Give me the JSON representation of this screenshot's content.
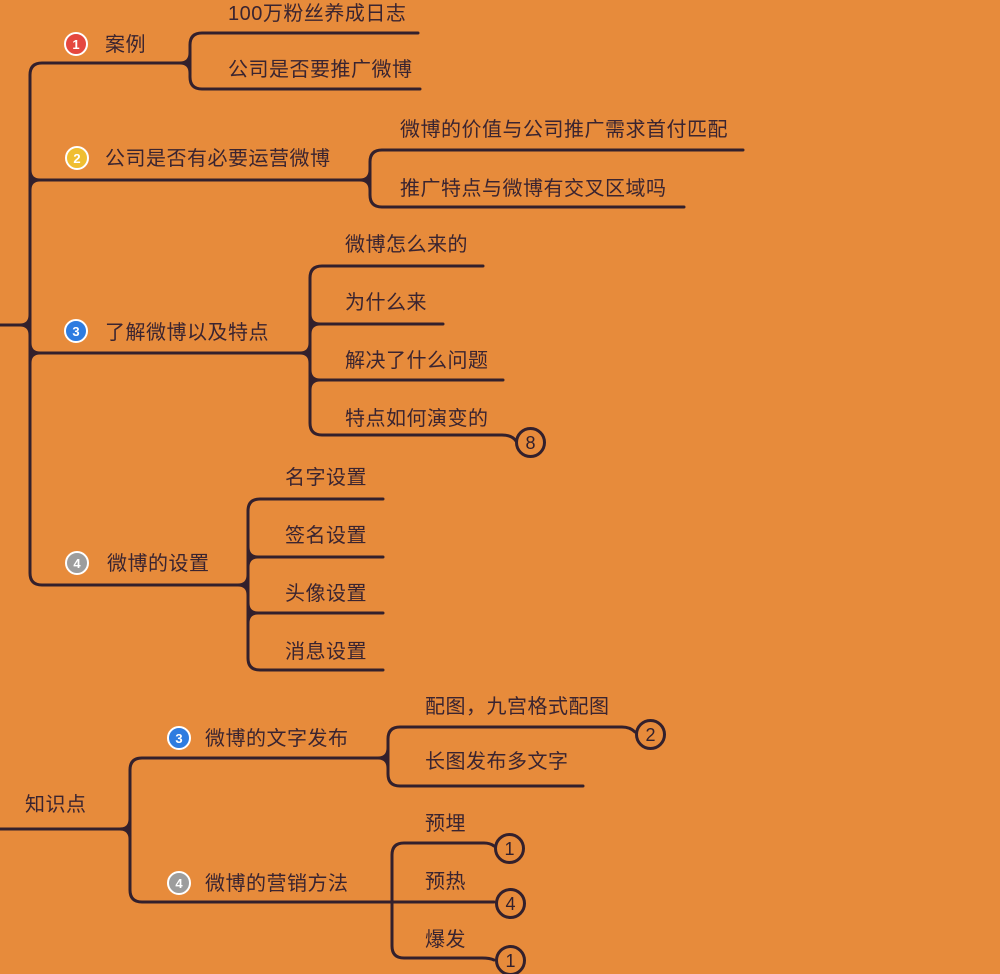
{
  "colors": {
    "background": "#E78B3B",
    "line": "#33202C",
    "text": "#3A2430",
    "badge_red": "#E5483F",
    "badge_yellow": "#F0BE30",
    "badge_blue": "#2E7CE0",
    "badge_gray": "#9D9D9D"
  },
  "root": {
    "label": "知识点"
  },
  "top_branches": [
    {
      "badge": {
        "num": "1",
        "color": "#E5483F"
      },
      "label": "案例",
      "children": [
        {
          "label": "100万粉丝养成日志"
        },
        {
          "label": "公司是否要推广微博"
        }
      ]
    },
    {
      "badge": {
        "num": "2",
        "color": "#F0BE30"
      },
      "label": "公司是否有必要运营微博",
      "children": [
        {
          "label": "微博的价值与公司推广需求首付匹配"
        },
        {
          "label": "推广特点与微博有交叉区域吗"
        }
      ]
    },
    {
      "badge": {
        "num": "3",
        "color": "#2E7CE0"
      },
      "label": "了解微博以及特点",
      "children": [
        {
          "label": "微博怎么来的"
        },
        {
          "label": "为什么来"
        },
        {
          "label": "解决了什么问题"
        },
        {
          "label": "特点如何演变的",
          "marker": "8"
        }
      ]
    },
    {
      "badge": {
        "num": "4",
        "color": "#9D9D9D"
      },
      "label": "微博的设置",
      "children": [
        {
          "label": "名字设置"
        },
        {
          "label": "签名设置"
        },
        {
          "label": "头像设置"
        },
        {
          "label": "消息设置"
        }
      ]
    }
  ],
  "bottom_branches": [
    {
      "badge": {
        "num": "3",
        "color": "#2E7CE0"
      },
      "label": "微博的文字发布",
      "children": [
        {
          "label": "配图，九宫格式配图",
          "marker": "2"
        },
        {
          "label": "长图发布多文字"
        }
      ]
    },
    {
      "badge": {
        "num": "4",
        "color": "#9D9D9D"
      },
      "label": "微博的营销方法",
      "children": [
        {
          "label": "预埋",
          "marker": "1"
        },
        {
          "label": "预热",
          "marker": "4"
        },
        {
          "label": "爆发",
          "marker": "1"
        }
      ]
    }
  ]
}
